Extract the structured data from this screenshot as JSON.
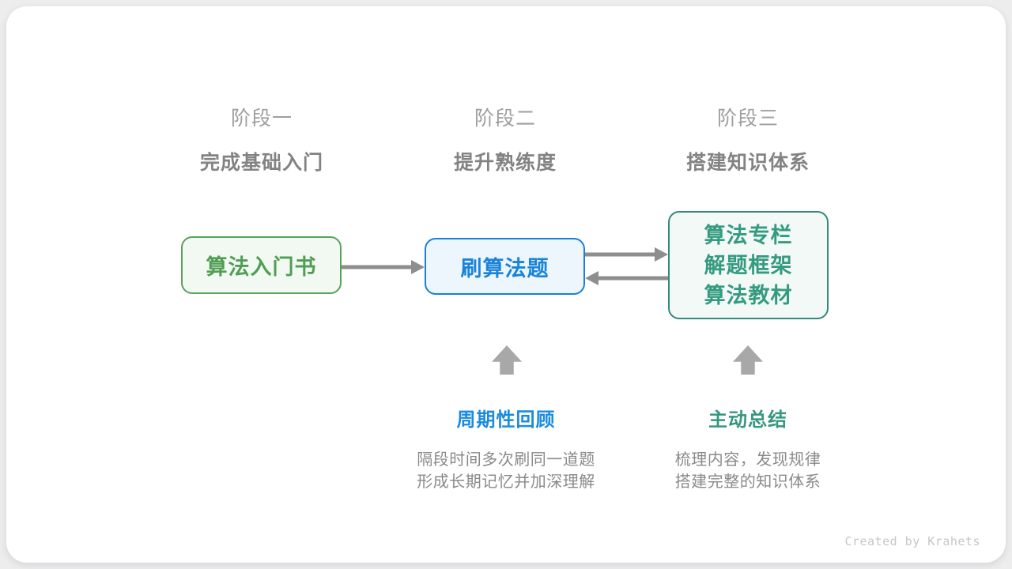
{
  "stages": [
    {
      "name": "阶段一",
      "subtitle": "完成基础入门"
    },
    {
      "name": "阶段二",
      "subtitle": "提升熟练度"
    },
    {
      "name": "阶段三",
      "subtitle": "搭建知识体系"
    }
  ],
  "nodes": [
    {
      "label": "算法入门书",
      "text_color": "#4f9e54",
      "border_color": "#5aa05e",
      "fill_color": "#f2f9f2"
    },
    {
      "label": "刷算法题",
      "text_color": "#1a84d8",
      "border_color": "#1a80d5",
      "fill_color": "#eef6fd"
    },
    {
      "lines": [
        "算法专栏",
        "解题框架",
        "算法教材"
      ],
      "text_color": "#359b80",
      "border_color": "#35897b",
      "fill_color": "#f2f9f6"
    }
  ],
  "connectors": {
    "stage1_to_stage2": "right",
    "stage2_to_stage3": "right",
    "stage3_to_stage2": "left",
    "arrow_color": "#8e8e8e",
    "block_arrow_color": "#a8a8a8"
  },
  "annotations": [
    {
      "title": "周期性回顾",
      "title_color": "#1b8bdd",
      "line1": "隔段时间多次刷同一道题",
      "line2": "形成长期记忆并加深理解"
    },
    {
      "title": "主动总结",
      "title_color": "#35977f",
      "line1": "梳理内容，发现规律",
      "line2": "搭建完整的知识体系"
    }
  ],
  "footer": {
    "credit": "Created by Krahets"
  }
}
